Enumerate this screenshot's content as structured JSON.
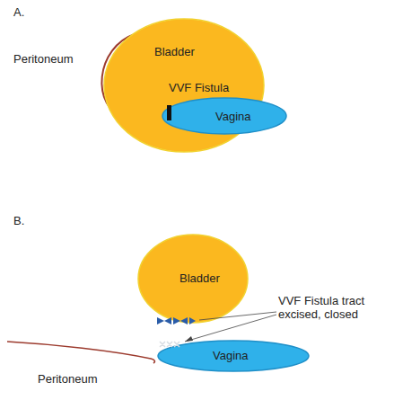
{
  "diagram": {
    "nodes": [
      {
        "text": [
          "Bladder"
        ]
      },
      {
        "text": [
          "Vagina"
        ]
      },
      {
        "text": [
          "Bladder"
        ]
      },
      {
        "text": [
          "Vagina"
        ]
      }
    ],
    "labels": [
      "A.",
      "Peritoneum",
      "VVF Fistula",
      "B.",
      "VVF Fistula tract excised, closed",
      "Peritoneum"
    ]
  }
}
